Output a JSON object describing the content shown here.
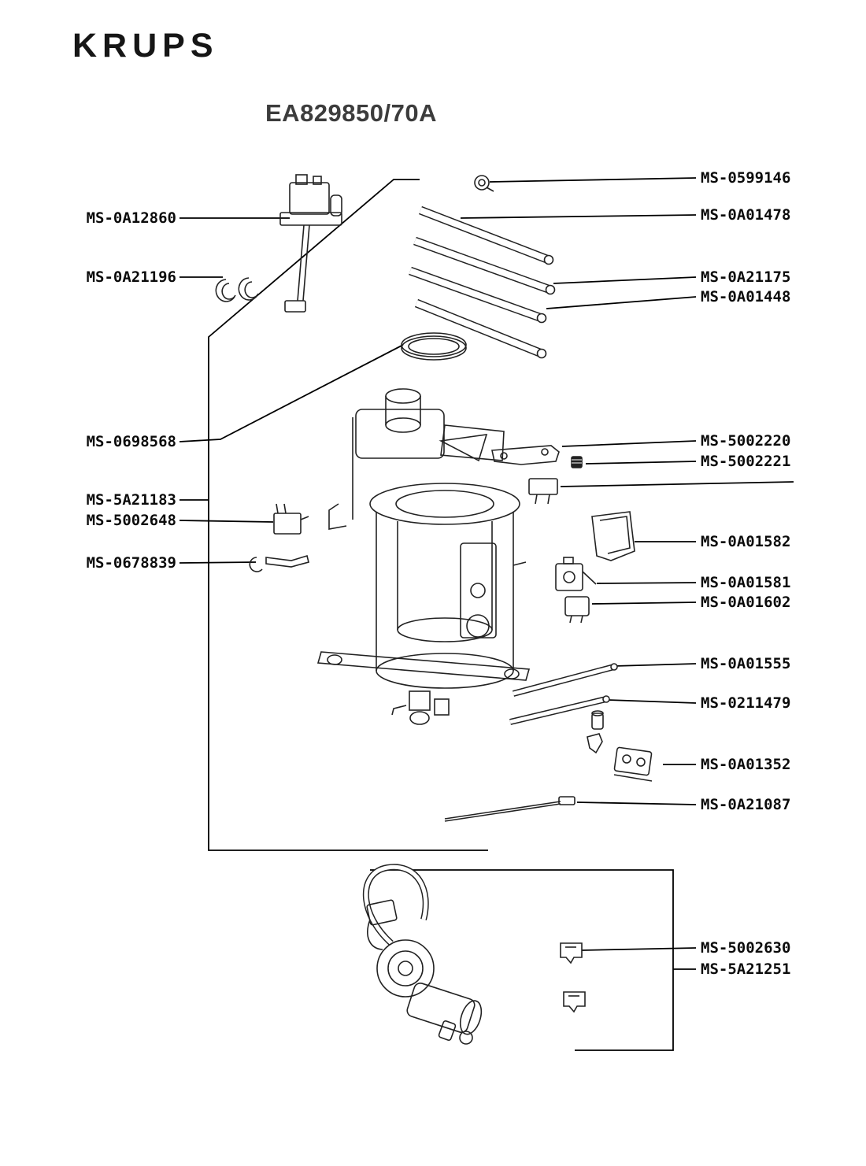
{
  "brand": "KRUPS",
  "model": "EA829850/70A",
  "labels": {
    "left": [
      "MS-0A12860",
      "MS-0A21196",
      "MS-0698568",
      "MS-5A21183",
      "MS-5002648",
      "MS-0678839"
    ],
    "right": [
      "MS-0599146",
      "MS-0A01478",
      "MS-0A21175",
      "MS-0A01448",
      "MS-5002220",
      "MS-5002221",
      "MS-0A01582",
      "MS-0A01581",
      "MS-0A01602",
      "MS-0A01555",
      "MS-0211479",
      "MS-0A01352",
      "MS-0A21087",
      "MS-5002630",
      "MS-5A21251"
    ]
  },
  "colors": {
    "ink": "#0b0b0b",
    "line": "#000000",
    "art": "#222222",
    "title": "#3c3c3c"
  }
}
